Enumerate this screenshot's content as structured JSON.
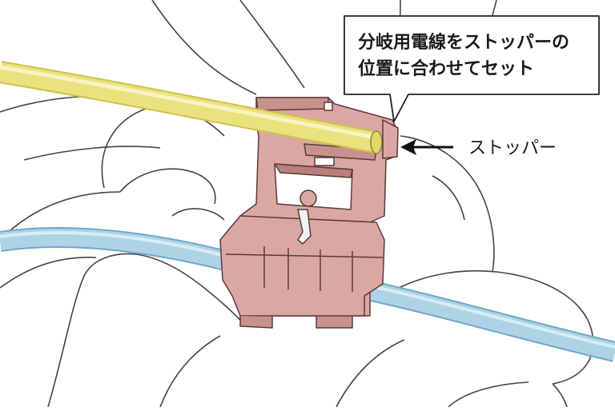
{
  "callout": {
    "line1": "分岐用電線をストッパーの",
    "line2": "位置に合わせてセット"
  },
  "stopper_label": "ストッパー",
  "colors": {
    "yellow_wire": "#eae27e",
    "yellow_wire_edge": "#cfc34a",
    "blue_wire": "#aed3e6",
    "blue_wire_edge": "#6fa9c8",
    "connector": "#dba7a3",
    "connector_dark": "#b97f7b",
    "outline": "#333333"
  }
}
